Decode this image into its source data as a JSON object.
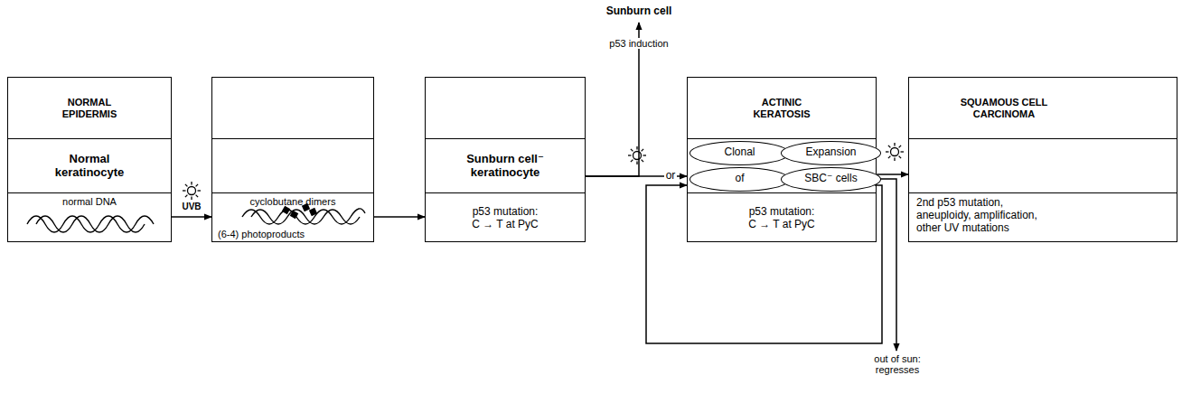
{
  "diagram": {
    "nodes": [
      {
        "text": [
          "NORMAL EPIDERMIS",
          "Normal keratinocyte",
          "normal DNA"
        ]
      },
      {
        "text": [
          "cyclobutane dimers",
          "(6-4) photoproducts"
        ]
      },
      {
        "text": [
          "Sunburn cell⁻ keratinocyte",
          "p53 mutation: C → T at PyC"
        ]
      },
      {
        "text": [
          "Sunburn cell"
        ]
      },
      {
        "text": [
          "ACTINIC KERATOSIS",
          "p53 mutation: C → T at PyC"
        ]
      },
      {
        "text": [
          "Clonal"
        ],
        "in": 4
      },
      {
        "text": [
          "Expansion"
        ],
        "in": 4
      },
      {
        "text": [
          "of"
        ],
        "in": 4
      },
      {
        "text": [
          "SBC⁻ cells"
        ],
        "in": 4
      },
      {
        "text": [
          "SQUAMOUS CELL CARCINOMA",
          "2nd p53 mutation, aneuploidy, amplification, other UV mutations"
        ]
      }
    ],
    "edges": [
      {
        "from": 0,
        "to": 1,
        "arrow": "to",
        "label": "UVB"
      },
      {
        "from": 1,
        "to": 2,
        "arrow": "to"
      },
      {
        "from": 2,
        "to": 3,
        "arrow": "to",
        "label": "p53 induction"
      },
      {
        "from": 2,
        "to": 4,
        "arrow": "to",
        "label": "or"
      },
      {
        "from": 8,
        "to": 9,
        "arrow": "to"
      },
      {
        "from": 8,
        "to": 4,
        "arrow": "to"
      }
    ],
    "labels": [
      "out of sun: regresses"
    ]
  }
}
